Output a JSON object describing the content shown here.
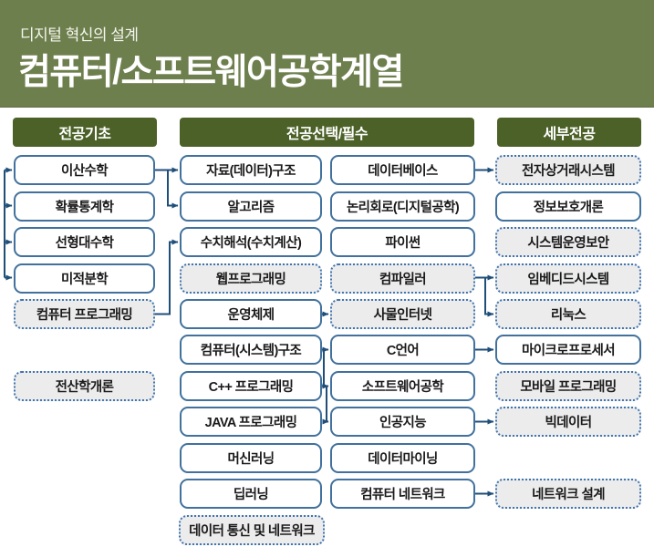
{
  "banner": {
    "subtitle": "디지털 혁신의 설계",
    "title": "컴퓨터/소프트웨어공학계열"
  },
  "colors": {
    "banner_bg": "#6e7f4e",
    "header_bg": "#4c6128",
    "solid_box_border": "#41719c",
    "dotted_box_border": "#3f74ae",
    "dotted_box_bg": "#ececec",
    "connector": "#1f4e79",
    "text": "#1a1a1a"
  },
  "columns": {
    "basics": {
      "header": "전공기초",
      "items": [
        {
          "label": "이산수학",
          "variant": "solid"
        },
        {
          "label": "확률통계학",
          "variant": "solid"
        },
        {
          "label": "선형대수학",
          "variant": "solid"
        },
        {
          "label": "미적분학",
          "variant": "solid"
        },
        {
          "label": "컴퓨터 프로그래밍",
          "variant": "dotted"
        },
        {
          "label": "전산학개론",
          "variant": "dotted"
        }
      ]
    },
    "electives": {
      "header": "전공선택/필수",
      "left_items": [
        {
          "label": "자료(데이터)구조",
          "variant": "solid"
        },
        {
          "label": "알고리즘",
          "variant": "solid"
        },
        {
          "label": "수치해석(수치계산)",
          "variant": "solid"
        },
        {
          "label": "웹프로그래밍",
          "variant": "dotted"
        },
        {
          "label": "운영체제",
          "variant": "solid"
        },
        {
          "label": "컴퓨터(시스템)구조",
          "variant": "solid"
        },
        {
          "label": "C++ 프로그래밍",
          "variant": "solid"
        },
        {
          "label": "JAVA 프로그래밍",
          "variant": "solid"
        },
        {
          "label": "머신러닝",
          "variant": "solid"
        },
        {
          "label": "딥러닝",
          "variant": "solid"
        },
        {
          "label": "데이터 통신 및 네트워크",
          "variant": "dotted"
        }
      ],
      "right_items": [
        {
          "label": "데이터베이스",
          "variant": "solid"
        },
        {
          "label": "논리회로(디지털공학)",
          "variant": "solid"
        },
        {
          "label": "파이썬",
          "variant": "solid"
        },
        {
          "label": "컴파일러",
          "variant": "dotted"
        },
        {
          "label": "사물인터넷",
          "variant": "dotted"
        },
        {
          "label": "C언어",
          "variant": "solid"
        },
        {
          "label": "소프트웨어공학",
          "variant": "solid"
        },
        {
          "label": "인공지능",
          "variant": "solid"
        },
        {
          "label": "데이터마이닝",
          "variant": "solid"
        },
        {
          "label": "컴퓨터 네트워크",
          "variant": "solid"
        }
      ]
    },
    "advanced": {
      "header": "세부전공",
      "items": [
        {
          "label": "전자상거래시스템",
          "variant": "dotted"
        },
        {
          "label": "정보보호개론",
          "variant": "solid"
        },
        {
          "label": "시스템운영보안",
          "variant": "dotted"
        },
        {
          "label": "임베디드시스템",
          "variant": "dotted"
        },
        {
          "label": "리눅스",
          "variant": "dotted"
        },
        {
          "label": "마이크로프로세서",
          "variant": "solid"
        },
        {
          "label": "모바일 프로그래밍",
          "variant": "dotted"
        },
        {
          "label": "빅데이터",
          "variant": "dotted"
        },
        {
          "label": "네트워크 설계",
          "variant": "dotted"
        }
      ]
    }
  }
}
